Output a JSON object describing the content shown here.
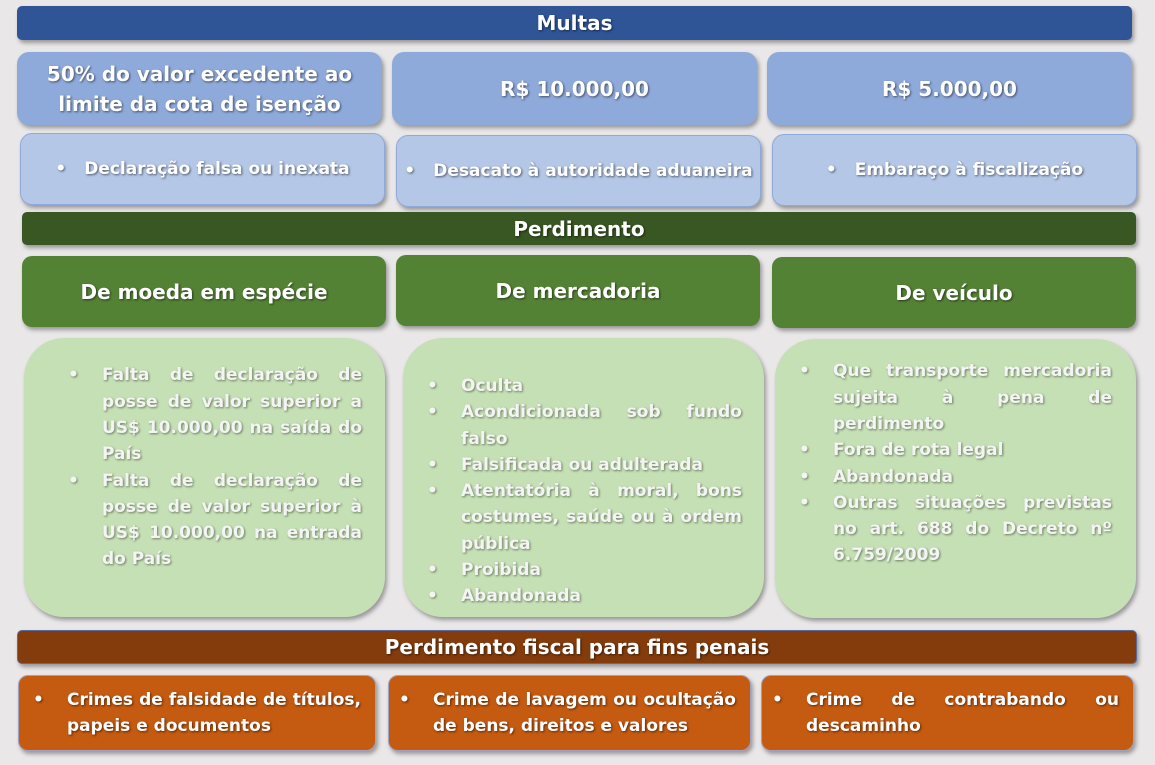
{
  "multas": {
    "title": "Multas",
    "columns": [
      {
        "value": "50% do valor excedente ao limite da cota de isenção",
        "item": "Declaração falsa ou inexata"
      },
      {
        "value": "R$ 10.000,00",
        "item": "Desacato à autoridade aduaneira"
      },
      {
        "value": "R$ 5.000,00",
        "item": "Embaraço à fiscalização"
      }
    ]
  },
  "perdimento": {
    "title": "Perdimento",
    "columns": [
      {
        "heading": "De moeda em espécie",
        "items": [
          "Falta de declaração de posse de valor superior a US$ 10.000,00 na saída do País",
          "Falta de declaração de posse de valor superior à US$ 10.000,00 na entrada do País"
        ]
      },
      {
        "heading": "De mercadoria",
        "items": [
          "Oculta",
          "Acondicionada sob fundo falso",
          "Falsificada ou adulterada",
          "Atentatória à moral, bons costumes, saúde ou à ordem pública",
          "Proibida",
          "Abandonada"
        ]
      },
      {
        "heading": "De veículo",
        "items": [
          "Que transporte mercadoria sujeita à pena de perdimento",
          "Fora de rota legal",
          "Abandonada",
          "Outras situações previstas no art. 688 do Decreto nº 6.759/2009"
        ]
      }
    ]
  },
  "penal": {
    "title": "Perdimento fiscal para fins penais",
    "items": [
      "Crimes de falsidade de títulos, papeis e documentos",
      "Crime de lavagem ou ocultação de bens, direitos e valores",
      "Crime de contrabando ou descaminho"
    ]
  },
  "colors": {
    "multas_bar": "#2f5597",
    "multas_head": "#8eaadb",
    "multas_item": "#b4c7e7",
    "perdimento_bar": "#385723",
    "perdimento_head": "#548235",
    "perdimento_body": "#c5e0b4",
    "penal_bar": "#843c0c",
    "penal_item": "#c55a11",
    "background": "#e9e7e8"
  }
}
